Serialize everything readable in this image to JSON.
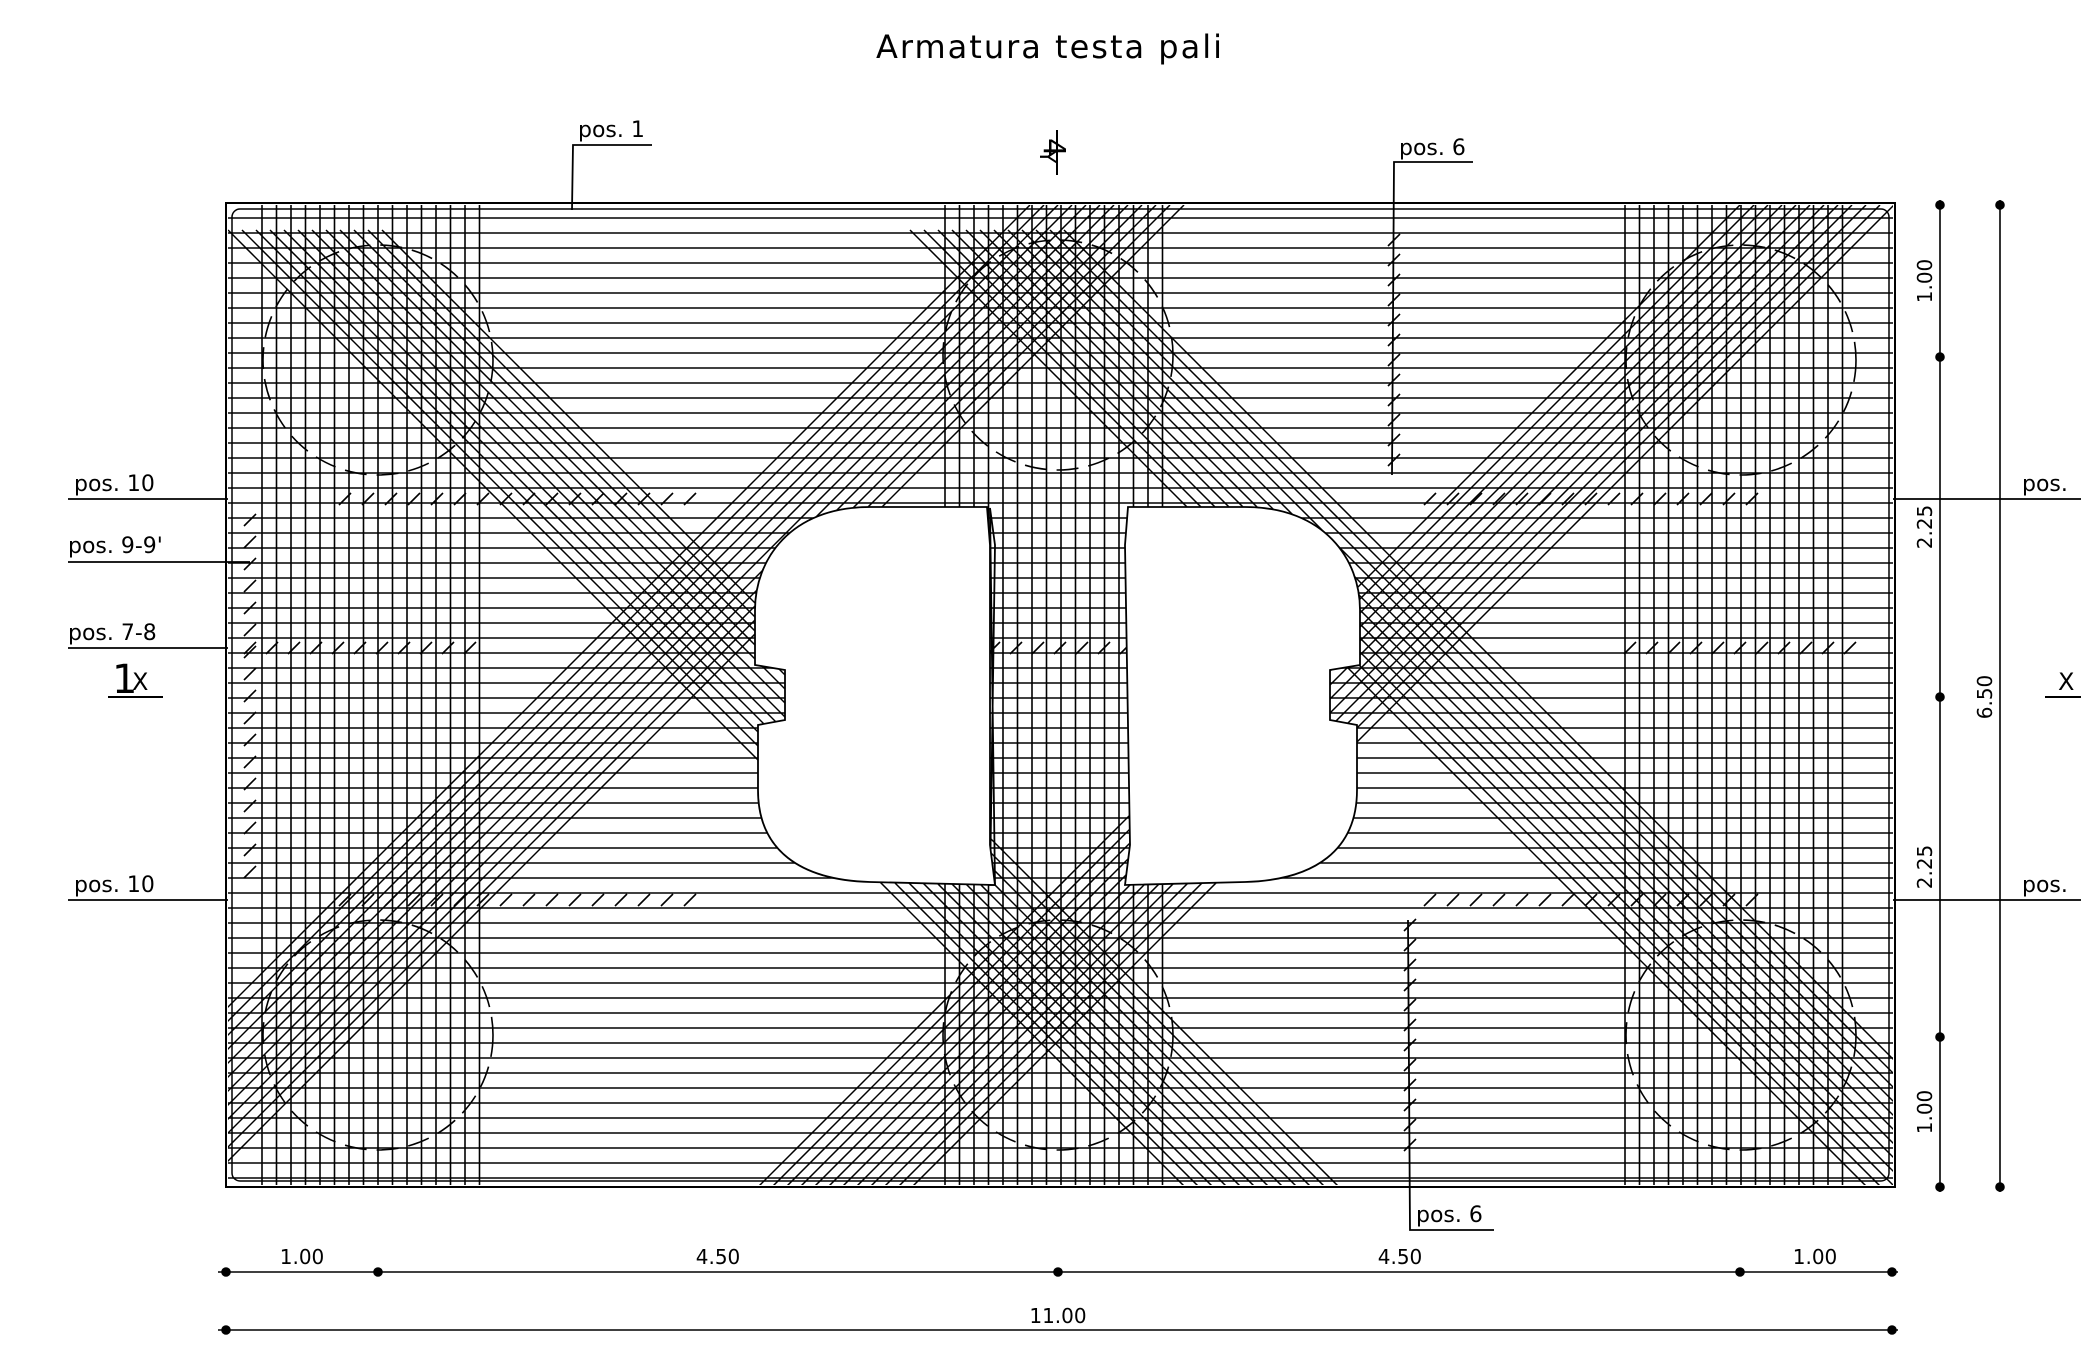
{
  "title": "Armatura testa pali",
  "callouts": {
    "pos_1": "pos. 1",
    "pos_6_top": "pos. 6",
    "pos_6_bottom": "pos. 6",
    "pos_10_left_top": "pos. 10",
    "pos_9_9": "pos. 9-9'",
    "pos_7_8": "pos. 7-8",
    "pos_10_left_bottom": "pos. 10",
    "pos_10_right_top": "pos.",
    "pos_10_right_bottom": "pos."
  },
  "section_marks": {
    "left_x_num": "1",
    "left_x_letter": "X",
    "right_x_letter": "X",
    "top_y_num": "4",
    "top_y_letter": "Y"
  },
  "dimensions": {
    "bottom_segments": [
      "1.00",
      "4.50",
      "4.50",
      "1.00"
    ],
    "bottom_total": "11.00",
    "right_segments": [
      "1.00",
      "2.25",
      "2.25",
      "1.00"
    ],
    "right_total": "6.50"
  },
  "colors": {
    "line": "#000000",
    "background": "#ffffff"
  }
}
